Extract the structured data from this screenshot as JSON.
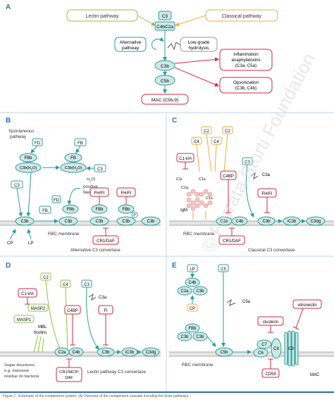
{
  "panels": {
    "a": "A",
    "b": "B",
    "c": "C",
    "d": "D",
    "e": "E"
  },
  "panel_a": {
    "lectin": "Lectin pathway",
    "classical": "Classical pathway",
    "c3": "C3",
    "c4bc2a": "C4bC2a",
    "alt1": "Alternative",
    "alt2": "pathway",
    "low1": "Low-grade",
    "low2": "hydrolysis",
    "c3b": "C3b",
    "c5b": "C5b",
    "mac": "MAC (C5b-9)",
    "infl1": "Inflammation",
    "infl2": "anaphylatoxins",
    "infl3": "(C3a, C5a)",
    "ops1": "Opsonization",
    "ops2": "(C3b, C4b)"
  },
  "panel_b": {
    "spont1": "Spontaneous",
    "spont2": "pathway",
    "fd1": "FD",
    "fb1": "FB",
    "fbb": "FBb",
    "c3bh2o": "C3b(H",
    "h2o_sub": "2",
    "h2o_o": "O)",
    "c3": "C3",
    "c3_2": "C3",
    "h2o_label": "H",
    "fd2": "FD",
    "fb2": "FB",
    "pos1": "positive",
    "pos2": "feedback",
    "fhfi": "FH/FI",
    "c3b": "C3b",
    "fbb2": "FBb",
    "p": "P",
    "cr1daf": "CR1/DAF",
    "cp": "CP",
    "lp": "LP",
    "rbc": "RBC membrane",
    "conv": "Alternative C3 convertase"
  },
  "panel_c": {
    "c2": "C2",
    "c4": "C4",
    "c1inh": "C1-inh",
    "c1r": "C1r",
    "c1s": "C1s",
    "c1q": "C1q",
    "igm": "IgM",
    "c4bp": "C4BP",
    "fhfi": "FH/FI",
    "c3": "C3",
    "c3a": "C3a",
    "c2a": "C2a",
    "c4b": "C4b",
    "c3b": "C3b",
    "ic3b": "iC3b",
    "c3dg": "C3dg",
    "rbc": "RBC membrane",
    "cr1daf": "CR1/DAF",
    "conv": "Classical C3 convertase"
  },
  "panel_d": {
    "c2": "C2",
    "c4": "C4",
    "c1inh": "C1-inh",
    "masp2": "MASP2",
    "masp1": "MASP1",
    "mbl1": "MBL",
    "mbl2": "ficolins",
    "c4bp": "C4BP",
    "fi": "FI",
    "c3": "C3",
    "c3a": "C3a",
    "c2a": "C2a",
    "c4b": "C4b",
    "c3b": "C3b",
    "ic3b": "iC3b",
    "c3dg": "C3dg",
    "cr1": "CR1/MCP/",
    "daf": "DAF",
    "sugar1": "Sugar structures,",
    "sugar2": "e.g. mannose",
    "sugar3": "residue on bacteria",
    "conv": "Lectin pathway C3 convertase"
  },
  "panel_e": {
    "lp": "LP",
    "c4b": "C4b",
    "c2a": "C2a",
    "c3b": "C3b",
    "cp": "CP",
    "c5": "C5",
    "c5a": "C5a",
    "fbb": "FBb",
    "c3b2": "C3b",
    "c3b3": "C3b",
    "vitronectin": "vitronectin",
    "clusterin": "clusterin",
    "c5b": "C5b",
    "c6": "C6",
    "c7": "C7",
    "c8": "C8",
    "c9": "C9",
    "rbc": "RBC membrane",
    "cd59": "CD59",
    "mac": "MAC"
  },
  "watermark": "© Ferrata Storti Foundation",
  "colors": {
    "teal": "#2a9d9b",
    "teal_fill": "#cfe8e6",
    "lectin_green": "#8dc13f",
    "classical_orange": "#f2a93b",
    "inhibitor_red": "#d7263d",
    "panel_bg": "#ffffff",
    "membrane": "#a8a8a8",
    "footer_bar": "#2b6fa8"
  },
  "footer": "Figure 1. Schematic of the complement system. (A) Overview of the complement cascade including the three pathways..."
}
